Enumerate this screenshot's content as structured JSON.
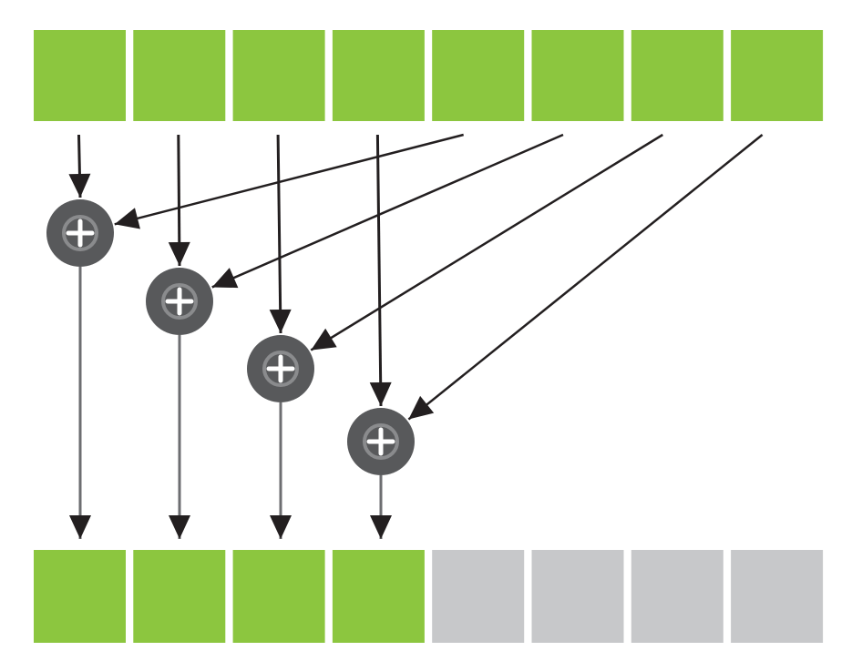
{
  "diagram": {
    "description_free": true,
    "colors": {
      "active_cell": "#8cc63f",
      "inactive_cell": "#c7c8ca",
      "adder_fill": "#58595b",
      "adder_ring": "#8a8b8d",
      "adder_glyph": "#ffffff",
      "arrow_straight": "#231f20",
      "arrow_straight_lower": "#6d6e71",
      "arrow_diagonal": "#231f20",
      "background": "#ffffff"
    },
    "input_row": {
      "cells": [
        {
          "state": "active"
        },
        {
          "state": "active"
        },
        {
          "state": "active"
        },
        {
          "state": "active"
        },
        {
          "state": "active"
        },
        {
          "state": "active"
        },
        {
          "state": "active"
        },
        {
          "state": "active"
        }
      ]
    },
    "output_row": {
      "cells": [
        {
          "state": "active"
        },
        {
          "state": "active"
        },
        {
          "state": "active"
        },
        {
          "state": "active"
        },
        {
          "state": "inactive"
        },
        {
          "state": "inactive"
        },
        {
          "state": "inactive"
        },
        {
          "state": "inactive"
        }
      ]
    },
    "adders": [
      {
        "glyph": "+",
        "inputs": [
          0,
          4
        ],
        "output": 0
      },
      {
        "glyph": "+",
        "inputs": [
          1,
          5
        ],
        "output": 1
      },
      {
        "glyph": "+",
        "inputs": [
          2,
          6
        ],
        "output": 2
      },
      {
        "glyph": "+",
        "inputs": [
          3,
          7
        ],
        "output": 3
      }
    ],
    "icons": {
      "adder": "plus-circle-icon",
      "arrow": "arrow-down-icon"
    }
  }
}
